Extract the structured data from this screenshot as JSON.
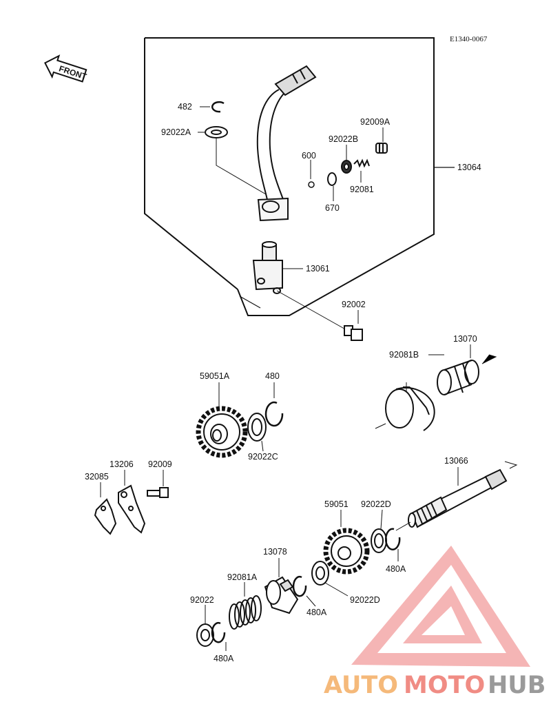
{
  "diagram": {
    "ref_code": "E1340-0067",
    "front_label": "FRONT",
    "parts": {
      "p482": "482",
      "p92022A": "92022A",
      "p600": "600",
      "p92022B": "92022B",
      "p92009A": "92009A",
      "p92081": "92081",
      "p670": "670",
      "p13064": "13064",
      "p13061": "13061",
      "p92002": "92002",
      "p13070": "13070",
      "p92081B": "92081B",
      "p59051A": "59051A",
      "p480": "480",
      "p92022C": "92022C",
      "p13206": "13206",
      "p92009": "92009",
      "p32085": "32085",
      "p13066": "13066",
      "p59051": "59051",
      "p92022D_top": "92022D",
      "p480A_right": "480A",
      "p13078": "13078",
      "p92081A": "92081A",
      "p92022": "92022",
      "p480A_mid": "480A",
      "p92022D_bottom": "92022D",
      "p480A_bottom": "480A"
    }
  },
  "watermark": {
    "part1": "AUTO",
    "part2": "MOTO",
    "part3": "HUB",
    "colors": {
      "auto": "#f5b97a",
      "moto": "#f08c84",
      "hub": "#9a9a9a",
      "logo": "#f0a0a0"
    }
  }
}
